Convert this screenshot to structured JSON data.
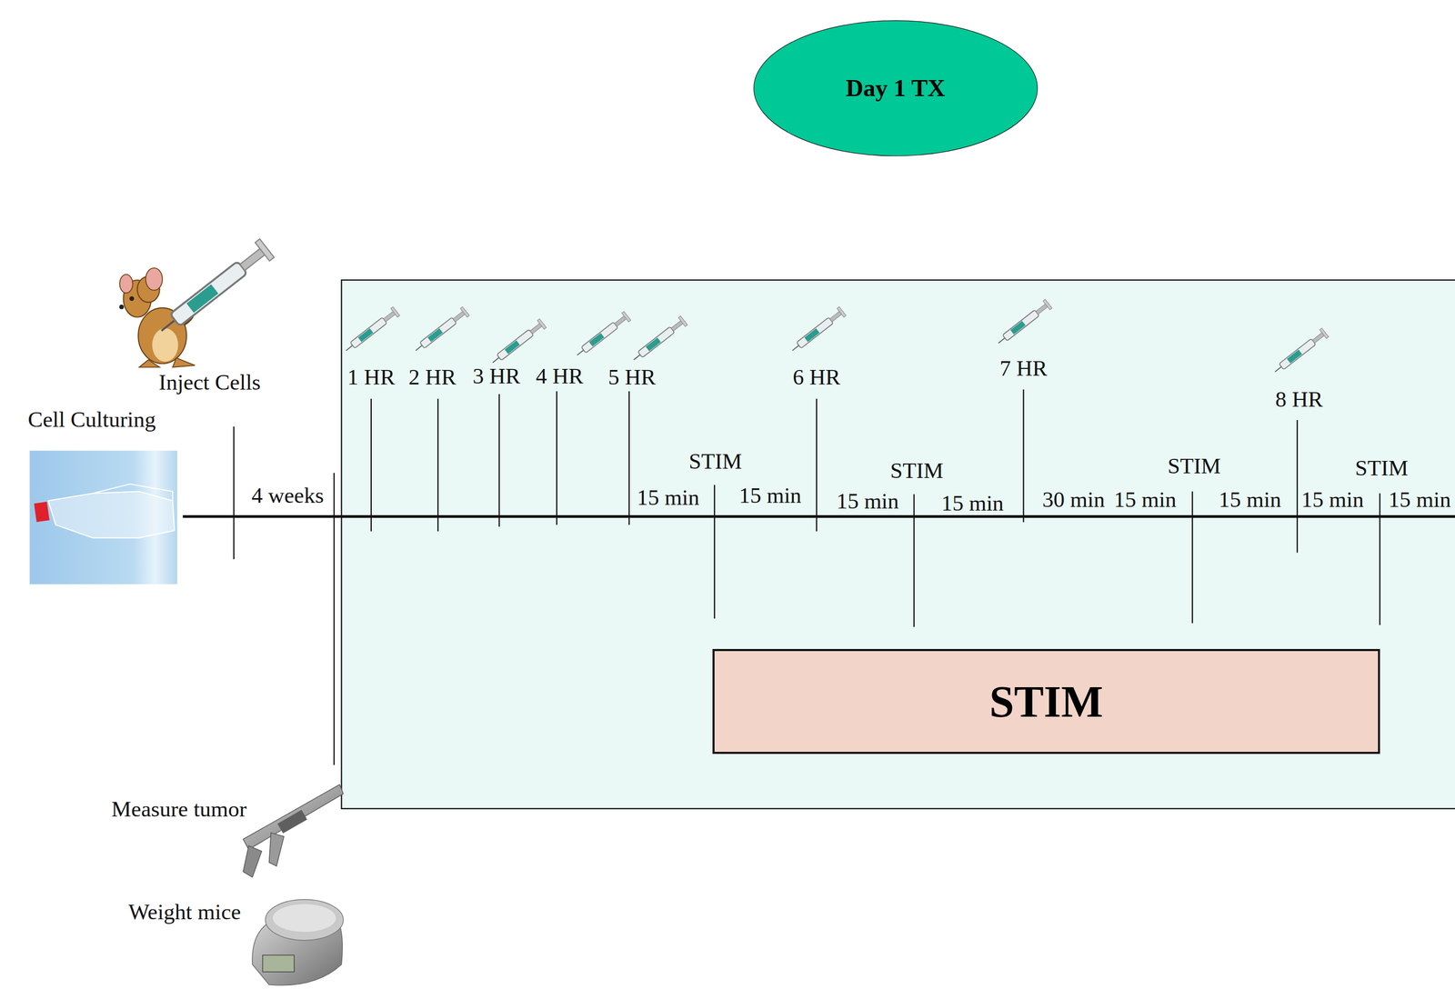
{
  "diagram": {
    "nodes": [
      {
        "text": [
          "Day 1 TX"
        ]
      },
      {
        "text": [
          "STIM"
        ]
      }
    ],
    "labels": [
      "Cell Culturing",
      "Inject Cells",
      "4 weeks",
      "1 HR",
      "2 HR",
      "3 HR",
      "4 HR",
      "5 HR",
      "6 HR",
      "7 HR",
      "8 HR",
      "STIM",
      "STIM",
      "STIM",
      "STIM",
      "15 min",
      "15 min",
      "15 min",
      "15 min",
      "30 min",
      "15 min",
      "15 min",
      "15 min",
      "15 min",
      "Measure tumor",
      "Weight mice"
    ]
  }
}
